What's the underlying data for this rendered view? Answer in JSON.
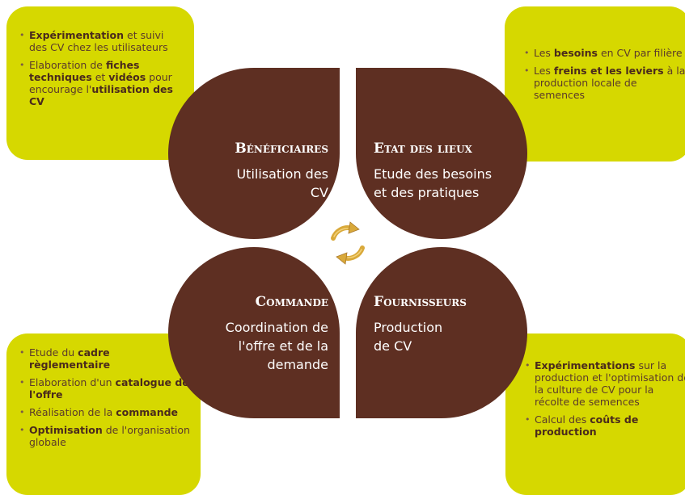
{
  "top_left": {
    "items": [
      {
        "b": "Expérimentation",
        "t": " et suivi des CV chez les utilisateurs"
      },
      {
        "t1": "Elaboration de ",
        "b1": "fiches techniques",
        "t2": " et ",
        "b2": "vidéos",
        "t3": " pour encourage l'",
        "b3": "utilisation des CV"
      }
    ]
  },
  "top_right": {
    "items": [
      {
        "t1": "Les ",
        "b1": "besoins",
        "t2": " en CV par filière"
      },
      {
        "t1": "Les ",
        "b1": "freins et les leviers",
        "t2": " à la production locale de semences"
      }
    ]
  },
  "bottom_left": {
    "items": [
      {
        "t1": "Etude du ",
        "b1": "cadre règlementaire"
      },
      {
        "t1": "Elaboration d'un ",
        "b1": "catalogue de l'offre"
      },
      {
        "t1": "Réalisation de la ",
        "b1": "commande"
      },
      {
        "b1": "Optimisation",
        "t1": " de l'organisation globale"
      }
    ]
  },
  "bottom_right": {
    "items": [
      {
        "b1": "Expérimentations",
        "t1": " sur la production et l'optimisation de la culture de CV pour la récolte de semences"
      },
      {
        "t1": "Calcul des ",
        "b1": "coûts de production"
      }
    ]
  },
  "petals": {
    "beneficiaires": {
      "title": "Bénéficiaires",
      "line1": "Utilisation des",
      "line2": "CV"
    },
    "etat": {
      "title": "Etat des lieux",
      "line1": "Etude des besoins",
      "line2": "et des pratiques"
    },
    "commande": {
      "title": "Commande",
      "line1": "Coordination de",
      "line2": "l'offre et de la",
      "line3": "demande"
    },
    "fournisseurs": {
      "title": "Fournisseurs",
      "line1": "Production",
      "line2": "de CV"
    }
  },
  "colors": {
    "petal": "#5e2f22",
    "box": "#d6d800",
    "box_text": "#5b3a2a",
    "cycle": "#d9a93a"
  },
  "center_icon": "cycle-arrows-icon"
}
